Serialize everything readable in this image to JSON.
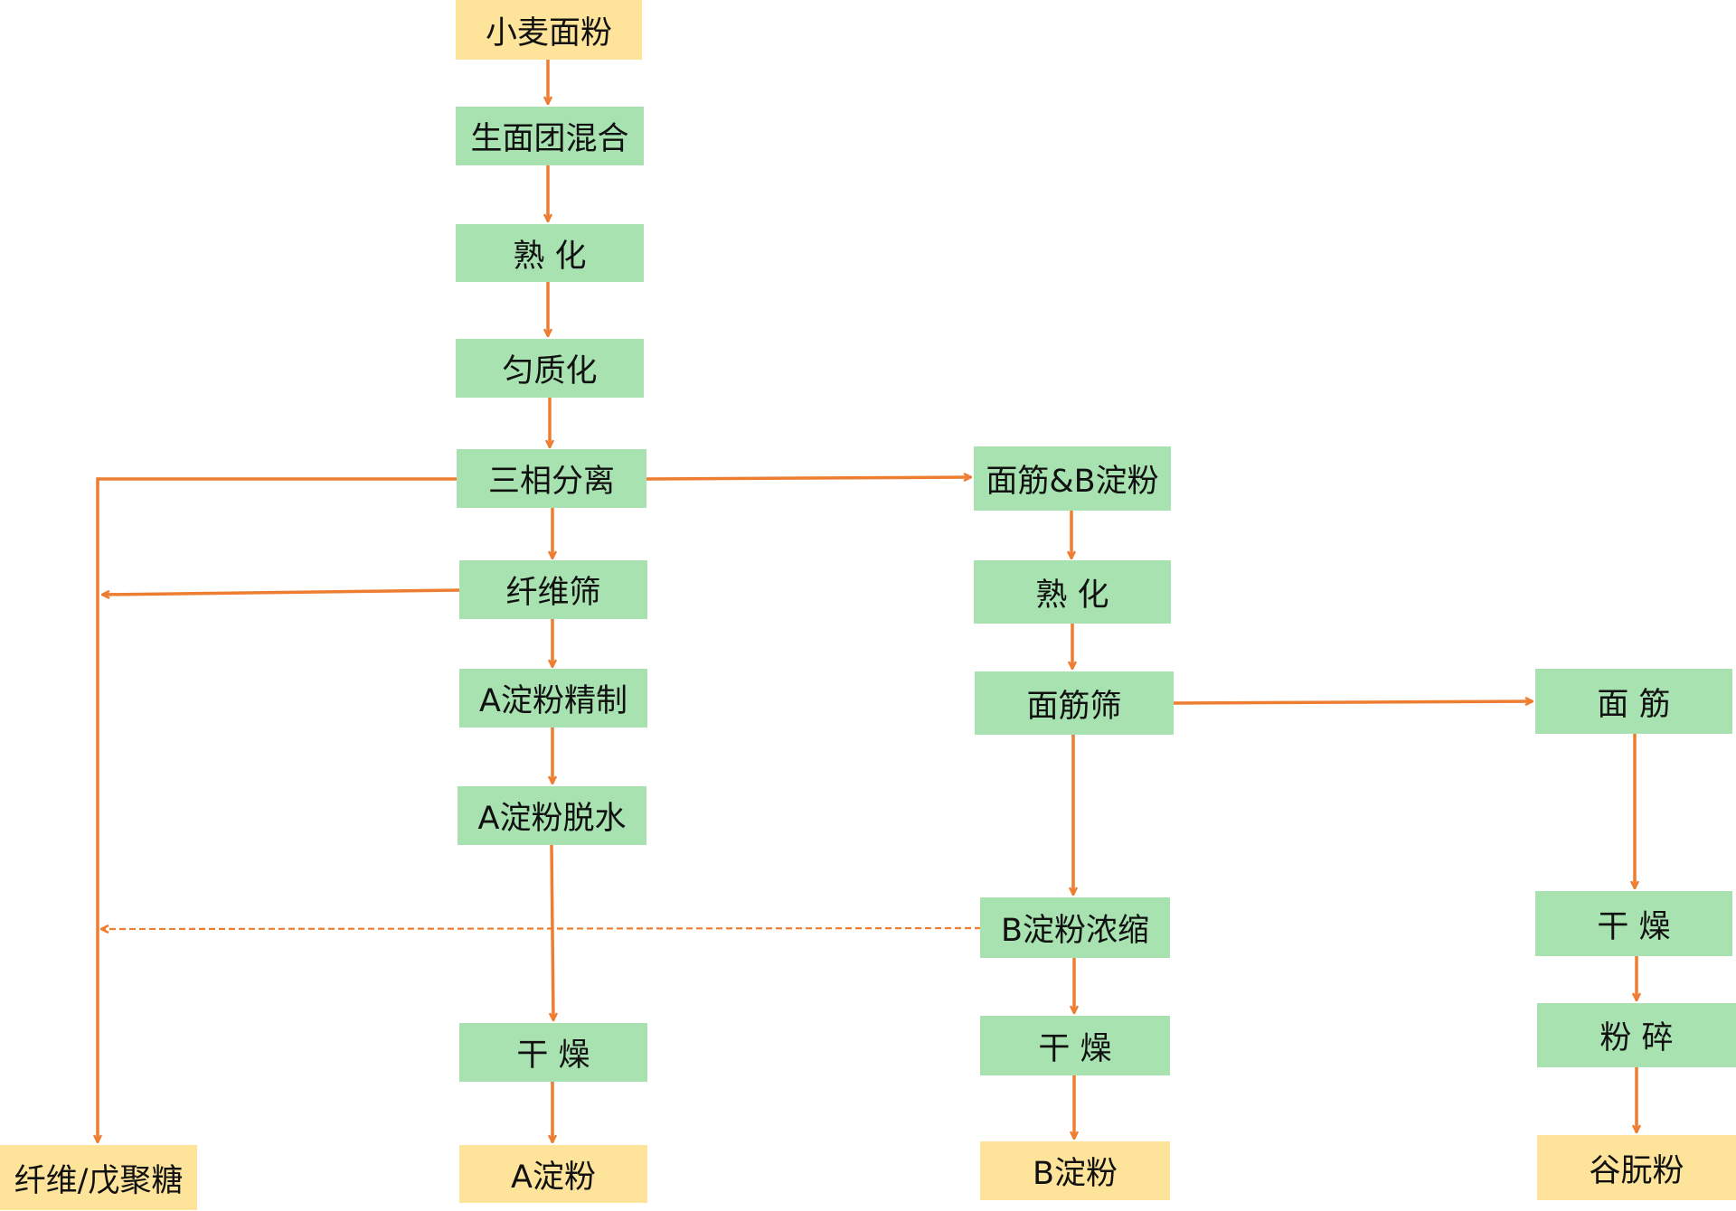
{
  "colors": {
    "process_fill": "#a8e2b0",
    "endpoint_fill": "#fde49a",
    "arrow": "#ed7d31"
  },
  "nodes": {
    "wheat_flour": "小麦面粉",
    "dough_mixing": "生面团混合",
    "maturation_1": "熟 化",
    "homogenization": "匀质化",
    "three_phase_separation": "三相分离",
    "fiber_sieve": "纤维筛",
    "a_starch_refining": "A淀粉精制",
    "a_starch_dewatering": "A淀粉脱水",
    "a_drying": "干 燥",
    "a_starch": "A淀粉",
    "gluten_b_starch": "面筋&B淀粉",
    "maturation_2": "熟 化",
    "gluten_sieve": "面筋筛",
    "b_starch_concentration": "B淀粉浓缩",
    "b_drying": "干 燥",
    "b_starch": "B淀粉",
    "gluten": "面 筋",
    "gluten_drying": "干 燥",
    "milling": "粉 碎",
    "vital_gluten": "谷朊粉",
    "fiber_pentosan": "纤维/戊聚糖"
  }
}
